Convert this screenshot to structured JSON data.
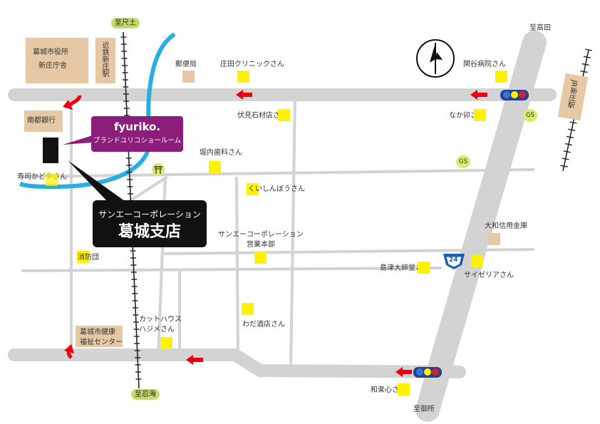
{
  "callouts": {
    "fyuriko": {
      "logo": "fyuriko.",
      "subtitle": "ブランドユリコショールーム",
      "color": "#8a1e7a"
    },
    "sanei": {
      "line1": "サンエーコーポレーション",
      "line2": "葛城支店"
    }
  },
  "direction_pills": {
    "north": "至尺土",
    "south": "至忍海"
  },
  "directions": {
    "takada": "至高田",
    "gose": "至御所"
  },
  "railway": {
    "kintetsu_station": "近鉄新庄駅",
    "jr_station": "JR新庄駅"
  },
  "route_shield": "24",
  "landmarks": {
    "city_office": [
      "葛城市役所",
      "新庄庁舎"
    ],
    "nanto_bank": "南都銀行",
    "post_office": "郵便局",
    "shoda_clinic": "庄田クリニックさん",
    "sekiya_hospital": "関谷病院さん",
    "fushimi_stone": "伏見石材店さん",
    "nakauo": "なか卯さん",
    "horiuchi_dental": "堀内歯科さん",
    "kuishinbo": "くいしんぼうさん",
    "sushi_kadoya": "寿司かどやさん",
    "sanei_hq": [
      "サンエーコーポレーション",
      "営業本部"
    ],
    "yamato_bank": "大和信用金庫",
    "fire_brigade": "消防団",
    "shimazu": "島津大師堂さん",
    "saizeriya": "サイゼリアさん",
    "cut_house": [
      "カットハウス",
      "ハジメさん"
    ],
    "wada_sake": "わだ酒店さん",
    "health_center": [
      "葛城市健康",
      "福祉センター"
    ],
    "warakushin": "和楽心さん"
  },
  "gs_label": "GS",
  "colors": {
    "road": "#d3d3d3",
    "river": "#29aee3",
    "arrow": "#e60012",
    "tan": "#e6c9a4",
    "yellow": "#fff200"
  }
}
